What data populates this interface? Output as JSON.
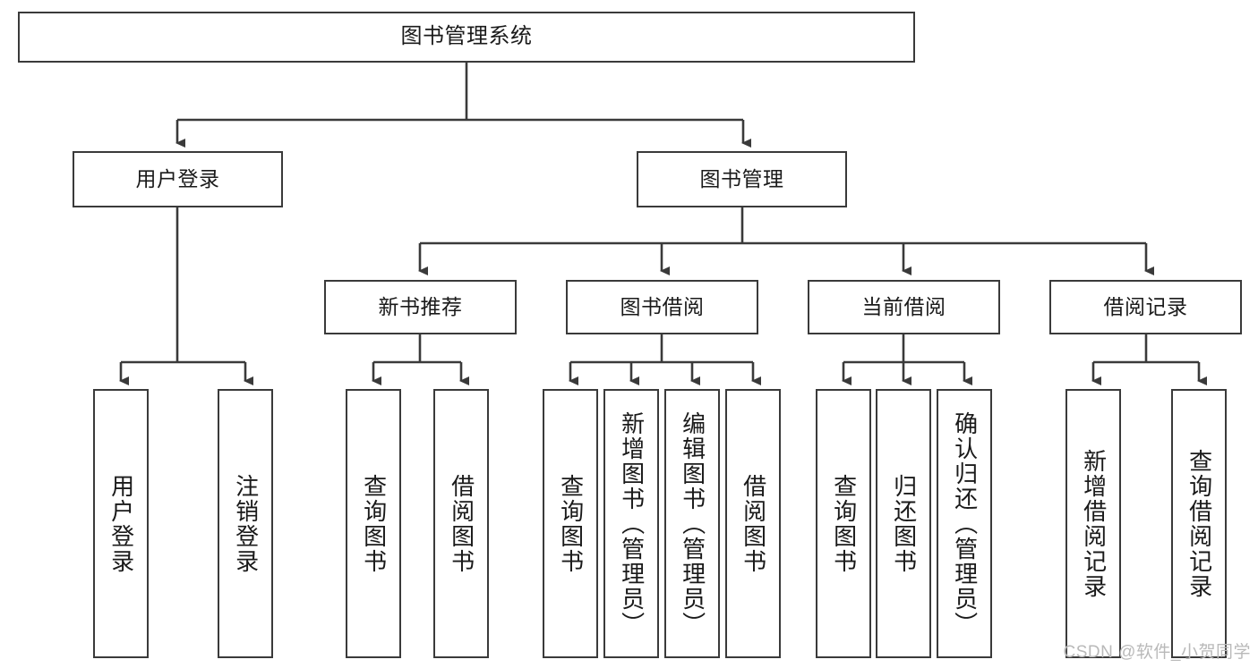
{
  "diagram": {
    "title": "图书管理系统",
    "watermark": "CSDN @软件_小贺同学",
    "colors": {
      "box_border": "#3a3a3a",
      "box_fill": "#ffffff",
      "edge": "#3a3a3a",
      "text": "#1a1a1a",
      "watermark": "#b9b9b9"
    },
    "levels": {
      "root": {
        "label": "图书管理系统"
      },
      "level2": [
        {
          "label": "用户登录"
        },
        {
          "label": "图书管理"
        }
      ],
      "level3": [
        {
          "label": "新书推荐"
        },
        {
          "label": "图书借阅"
        },
        {
          "label": "当前借阅"
        },
        {
          "label": "借阅记录"
        }
      ],
      "leaves_user_login": [
        {
          "label": "用户登录"
        },
        {
          "label": "注销登录"
        }
      ],
      "leaves_new_book": [
        {
          "label": "查询图书"
        },
        {
          "label": "借阅图书"
        }
      ],
      "leaves_borrow": [
        {
          "label": "查询图书"
        },
        {
          "label": "新增图书（管理员）"
        },
        {
          "label": "编辑图书（管理员）"
        },
        {
          "label": "借阅图书"
        }
      ],
      "leaves_current": [
        {
          "label": "查询图书"
        },
        {
          "label": "归还图书"
        },
        {
          "label": "确认归还（管理员）"
        }
      ],
      "leaves_records": [
        {
          "label": "新增借阅记录"
        },
        {
          "label": "查询借阅记录"
        }
      ]
    }
  }
}
